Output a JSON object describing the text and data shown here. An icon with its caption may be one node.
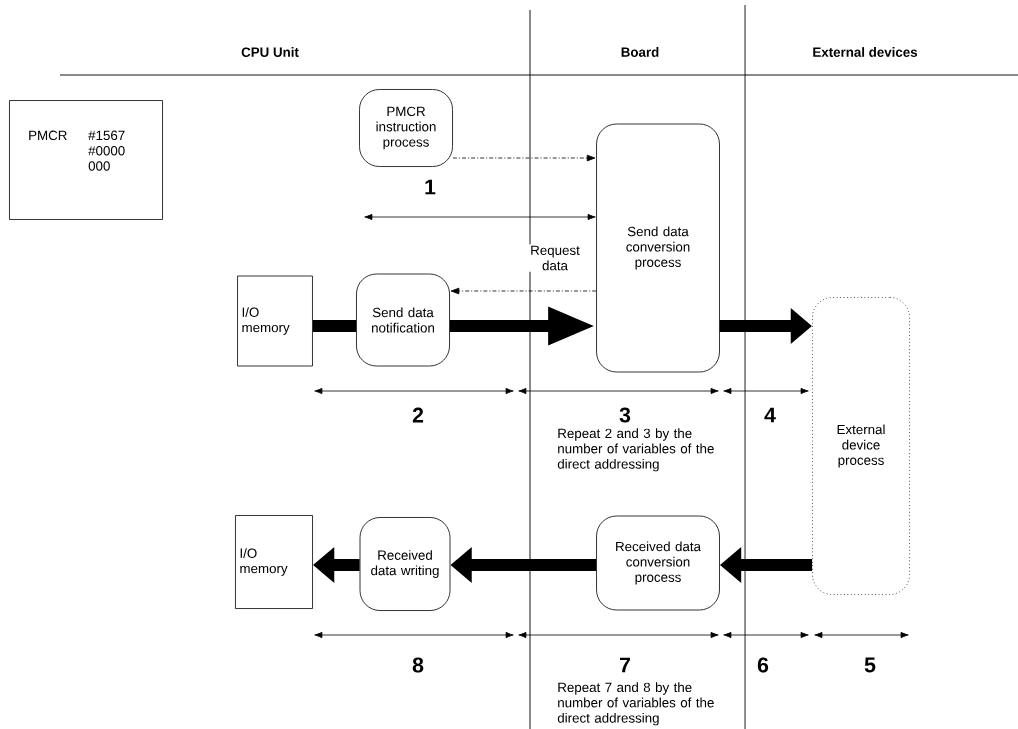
{
  "diagram": {
    "nodes": [
      {
        "text": [
          "PMCR",
          "#1567 #0000 000"
        ]
      },
      {
        "text": [
          "PMCR instruction process"
        ]
      },
      {
        "text": [
          "Send data conversion process"
        ]
      },
      {
        "text": [
          "I/O memory"
        ]
      },
      {
        "text": [
          "Send data notification"
        ]
      },
      {
        "text": [
          "External device process"
        ]
      },
      {
        "text": [
          "I/O memory"
        ]
      },
      {
        "text": [
          "Received data writing"
        ]
      },
      {
        "text": [
          "Received data conversion process"
        ]
      }
    ],
    "edges": [
      {
        "from": 1,
        "to": 2,
        "arrow": "to",
        "style": "dashed"
      },
      {
        "from": 2,
        "to": 4,
        "arrow": "to",
        "style": "dashed",
        "label": "Request data"
      },
      {
        "from": 3,
        "to": 4,
        "arrow": "none"
      },
      {
        "from": 4,
        "to": 2,
        "arrow": "to"
      },
      {
        "from": 2,
        "to": 5,
        "arrow": "to"
      },
      {
        "from": 5,
        "to": 8,
        "arrow": "to"
      },
      {
        "from": 8,
        "to": 7,
        "arrow": "to"
      },
      {
        "from": 7,
        "to": 6,
        "arrow": "to"
      }
    ],
    "labels": [
      "CPU Unit",
      "Board",
      "External devices",
      "1",
      "2",
      "3",
      "4",
      "Repeat 2 and 3 by the number of variables of the direct addressing",
      "8",
      "7",
      "6",
      "5",
      "Repeat 7 and 8 by the number of variables of the direct addressing"
    ]
  }
}
